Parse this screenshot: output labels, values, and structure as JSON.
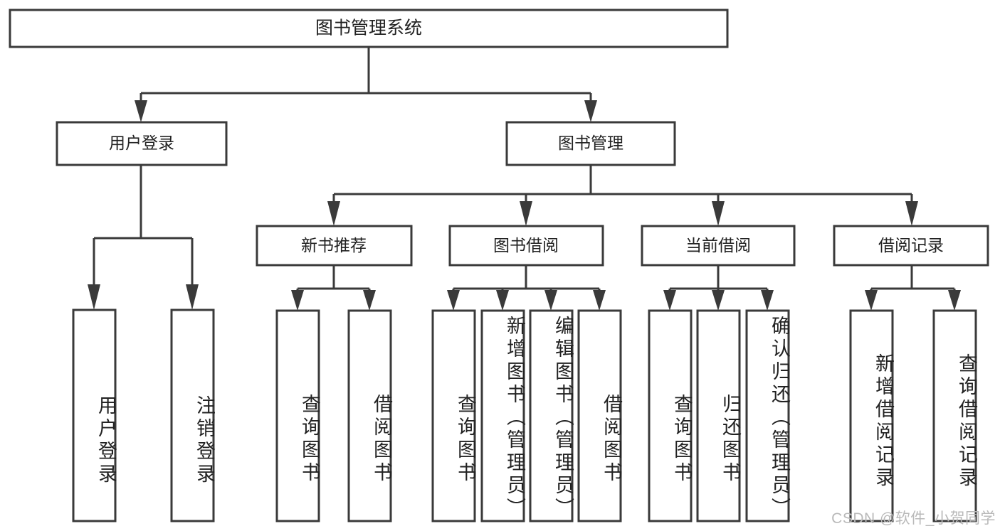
{
  "diagram": {
    "title": "图书管理系统",
    "type": "tree-hierarchy-chart",
    "root": {
      "id": "root",
      "label": "图书管理系统"
    },
    "level2": [
      {
        "id": "user-login",
        "label": "用户登录"
      },
      {
        "id": "book-manage",
        "label": "图书管理"
      }
    ],
    "level3": [
      {
        "id": "new-book-rec",
        "label": "新书推荐"
      },
      {
        "id": "book-borrow",
        "label": "图书借阅"
      },
      {
        "id": "current-borrow",
        "label": "当前借阅"
      },
      {
        "id": "borrow-record",
        "label": "借阅记录"
      }
    ],
    "leaves": {
      "user_login": [
        {
          "id": "leaf-user-login",
          "label": "用户登录"
        },
        {
          "id": "leaf-logout",
          "label": "注销登录"
        }
      ],
      "new_book_rec": [
        {
          "id": "leaf-query-book-1",
          "label": "查询图书"
        },
        {
          "id": "leaf-borrow-book-1",
          "label": "借阅图书"
        }
      ],
      "book_borrow": [
        {
          "id": "leaf-query-book-2",
          "label": "查询图书"
        },
        {
          "id": "leaf-add-book",
          "label": "新增图书（管理员）"
        },
        {
          "id": "leaf-edit-book",
          "label": "编辑图书（管理员）"
        },
        {
          "id": "leaf-borrow-book-2",
          "label": "借阅图书"
        }
      ],
      "current_borrow": [
        {
          "id": "leaf-query-book-3",
          "label": "查询图书"
        },
        {
          "id": "leaf-return-book",
          "label": "归还图书"
        },
        {
          "id": "leaf-confirm-return",
          "label": "确认归还（管理员）"
        }
      ],
      "borrow_record": [
        {
          "id": "leaf-add-record",
          "label": "新增借阅记录"
        },
        {
          "id": "leaf-query-record",
          "label": "查询借阅记录"
        }
      ]
    }
  },
  "colors": {
    "stroke": "#3a3a3a",
    "fill": "#ffffff",
    "text": "#222222",
    "watermark": "#b9b9b9"
  },
  "watermark": {
    "text": "CSDN @软件_小贺同学"
  }
}
